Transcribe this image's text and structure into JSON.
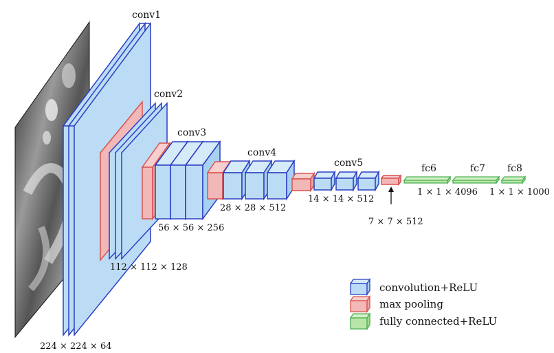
{
  "layers": {
    "conv1": "conv1",
    "conv2": "conv2",
    "conv3": "conv3",
    "conv4": "conv4",
    "conv5": "conv5",
    "fc6": "fc6",
    "fc7": "fc7",
    "fc8": "fc8"
  },
  "dims": {
    "d1": "224 × 224 × 64",
    "d2": "112 × 112 × 128",
    "d3": "56 × 56 × 256",
    "d4": "28 × 28 × 512",
    "d5": "14 × 14 × 512",
    "d6": "7 × 7 × 512",
    "d7": "1 × 1 × 4096",
    "d8": "1 × 1 × 1000"
  },
  "legend": {
    "conv": "convolution+ReLU",
    "pool": "max pooling",
    "fc": "fully connected+ReLU"
  },
  "colors": {
    "conv_fill": "#bcdcf5",
    "conv_stroke": "#2a3fc4",
    "pool_fill": "#f2b7b7",
    "pool_stroke": "#d9534f",
    "fc_fill": "#b9e6a8",
    "fc_stroke": "#4caf50"
  }
}
